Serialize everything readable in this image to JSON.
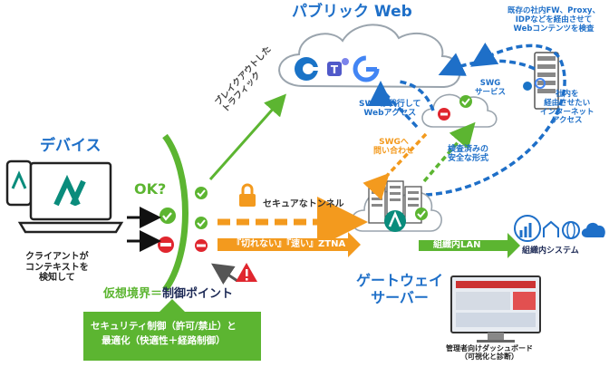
{
  "labels": {
    "public_web": "パブリック Web",
    "device": "デバイス",
    "client_aware": "クライアントが\nコンテキストを\n検知して",
    "ok": "OK?",
    "breakout": "ブレイクアウトした\nトラフィック",
    "secure_tunnel": "セキュアなトンネル",
    "ztna": "『切れない』『速い』ZTNA",
    "virtual_boundary_a": "仮想境界＝",
    "virtual_boundary_b": "制御ポイント",
    "security_control": "セキュリティ制御（許可/禁止）と\n最適化（快適性＋経路制御）",
    "gateway_server": "ゲートウェイ\nサーバー",
    "internal_lan": "組織内LAN",
    "internal_system": "組織内システム",
    "dashboard": "管理者向けダッシュボード\n（可視化と診断）",
    "swg_service": "SWG\nサービス",
    "swg_proxy_access": "SWGが代行して\nWebアクセス",
    "swg_inquiry": "SWGへ\n問い合わせ",
    "inspected": "検査済みの\n安全な形式",
    "existing_fw": "既存の社内FW、Proxy、\nIDPなどを経由させて\nWebコンテンツを検査",
    "no_internal": "社内を\n経由させたい\nインターネット\nアクセス"
  },
  "colors": {
    "accent_blue": "#1e6fc8",
    "accent_green": "#5cb531",
    "accent_orange": "#f39a1e",
    "accent_red": "#e0262e",
    "dark_navy": "#1d2a56",
    "text_dark": "#222222"
  },
  "icons": {
    "browsers": [
      "edge-icon",
      "teams-icon",
      "google-icon"
    ],
    "systems": [
      "analytics-icon",
      "home-icon",
      "globe-icon",
      "cloud-icon"
    ]
  }
}
